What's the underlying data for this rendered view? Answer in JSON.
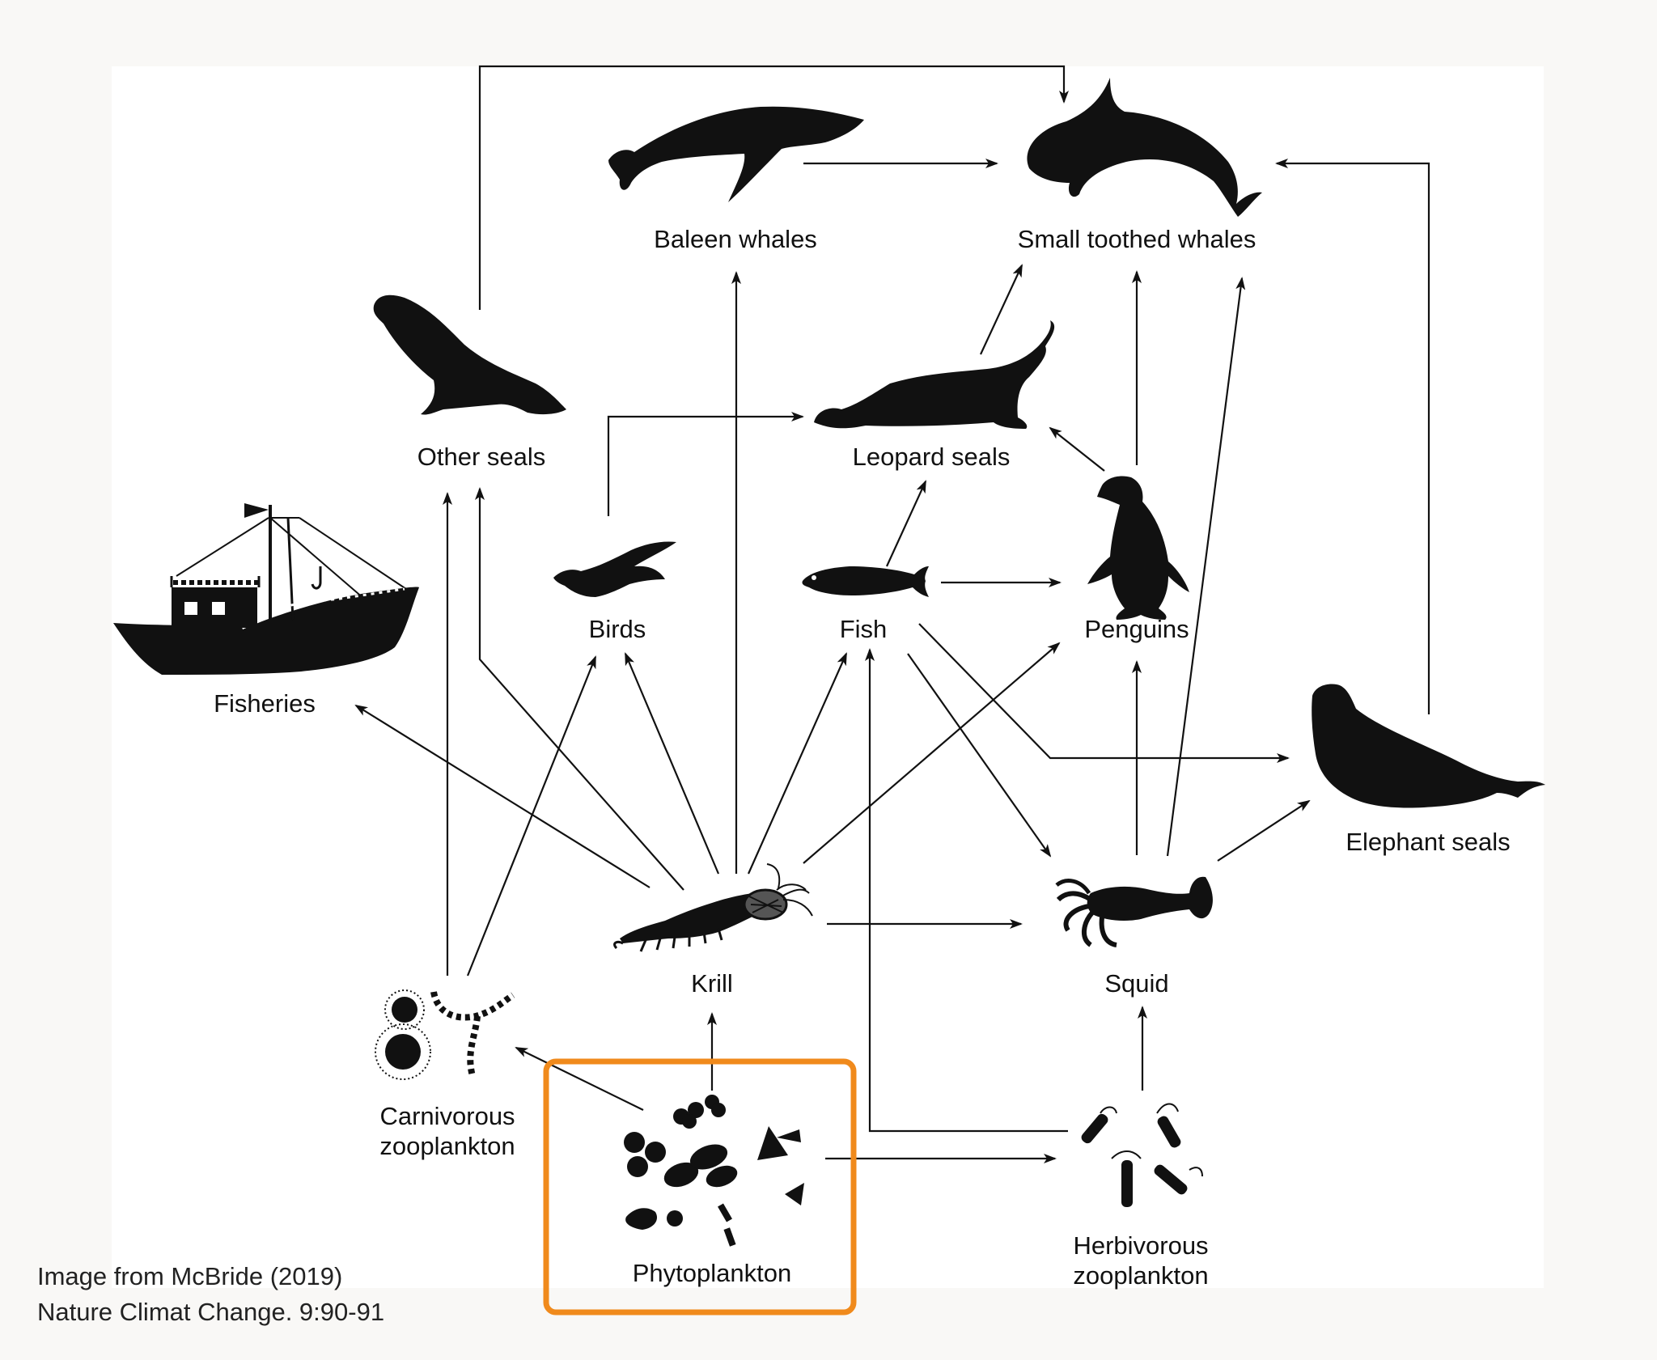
{
  "nodes": {
    "small_toothed_whales": "Small toothed whales",
    "baleen_whales": "Baleen whales",
    "other_seals": "Other seals",
    "leopard_seals": "Leopard seals",
    "fisheries": "Fisheries",
    "birds": "Birds",
    "fish": "Fish",
    "penguins": "Penguins",
    "elephant_seals": "Elephant seals",
    "krill": "Krill",
    "squid": "Squid",
    "carnivorous_zooplankton_line1": "Carnivorous",
    "carnivorous_zooplankton_line2": "zooplankton",
    "phytoplankton": "Phytoplankton",
    "herbivorous_zooplankton_line1": "Herbivorous",
    "herbivorous_zooplankton_line2": "zooplankton"
  },
  "credit": {
    "line1": "Image from McBride (2019)",
    "line2": "Nature Climat Change. 9:90-91"
  },
  "highlight": {
    "node": "phytoplankton",
    "color": "#f08a1c"
  },
  "colors": {
    "background": "#f9f8f6",
    "panel": "#ffffff",
    "ink": "#111111"
  },
  "edges": [
    [
      "other_seals",
      "small_toothed_whales"
    ],
    [
      "baleen_whales",
      "small_toothed_whales"
    ],
    [
      "elephant_seals",
      "small_toothed_whales"
    ],
    [
      "leopard_seals",
      "small_toothed_whales"
    ],
    [
      "penguins",
      "small_toothed_whales"
    ],
    [
      "squid",
      "small_toothed_whales"
    ],
    [
      "krill",
      "baleen_whales"
    ],
    [
      "birds",
      "leopard_seals"
    ],
    [
      "penguins",
      "leopard_seals"
    ],
    [
      "fish",
      "leopard_seals"
    ],
    [
      "fish",
      "penguins"
    ],
    [
      "krill",
      "fisheries"
    ],
    [
      "krill",
      "other_seals"
    ],
    [
      "krill",
      "birds"
    ],
    [
      "krill",
      "fish"
    ],
    [
      "krill",
      "penguins"
    ],
    [
      "krill",
      "squid"
    ],
    [
      "carnivorous_zooplankton",
      "other_seals"
    ],
    [
      "carnivorous_zooplankton",
      "birds"
    ],
    [
      "fish",
      "elephant_seals"
    ],
    [
      "fish",
      "squid"
    ],
    [
      "squid",
      "penguins"
    ],
    [
      "squid",
      "elephant_seals"
    ],
    [
      "herbivorous_zooplankton",
      "fish"
    ],
    [
      "herbivorous_zooplankton",
      "squid"
    ],
    [
      "phytoplankton",
      "krill"
    ],
    [
      "phytoplankton",
      "carnivorous_zooplankton"
    ],
    [
      "phytoplankton",
      "herbivorous_zooplankton"
    ]
  ]
}
